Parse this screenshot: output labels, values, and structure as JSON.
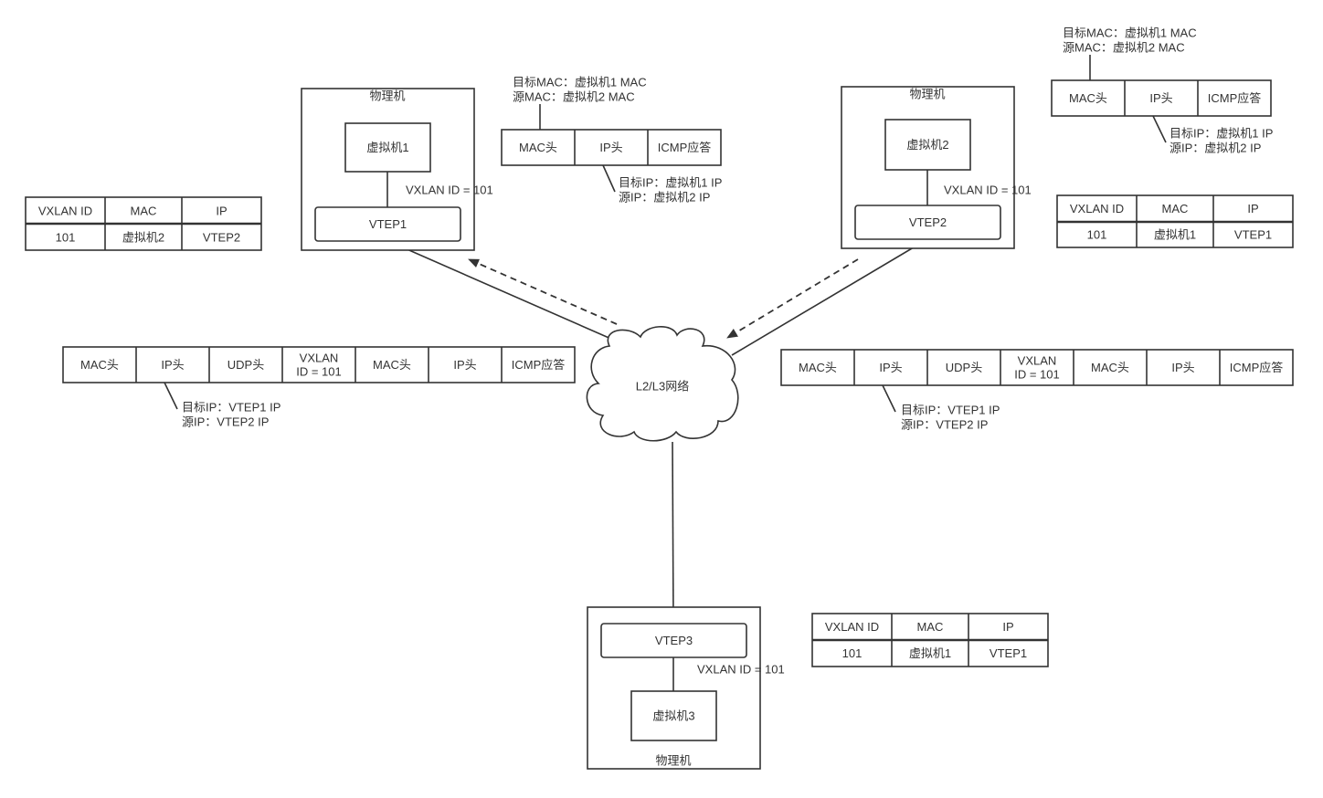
{
  "hosts": [
    {
      "label": "物理机",
      "vm": "虚拟机1",
      "vtep": "VTEP1",
      "vxlan": "VXLAN ID = 101"
    },
    {
      "label": "物理机",
      "vm": "虚拟机2",
      "vtep": "VTEP2",
      "vxlan": "VXLAN ID = 101"
    },
    {
      "label": "物理机",
      "vm": "虚拟机3",
      "vtep": "VTEP3",
      "vxlan": "VXLAN ID = 101"
    }
  ],
  "network": {
    "label": "L2/L3网络"
  },
  "tables": [
    {
      "headers": [
        "VXLAN ID",
        "MAC",
        "IP"
      ],
      "row": [
        "101",
        "虚拟机2",
        "VTEP2"
      ]
    },
    {
      "headers": [
        "VXLAN ID",
        "MAC",
        "IP"
      ],
      "row": [
        "101",
        "虚拟机1",
        "VTEP1"
      ]
    },
    {
      "headers": [
        "VXLAN ID",
        "MAC",
        "IP"
      ],
      "row": [
        "101",
        "虚拟机1",
        "VTEP1"
      ]
    }
  ],
  "inner_packets": [
    {
      "fields": [
        "MAC头",
        "IP头",
        "ICMP应答"
      ],
      "mac_note": [
        "目标MAC：虚拟机1 MAC",
        "源MAC：虚拟机2 MAC"
      ],
      "ip_note": [
        "目标IP：虚拟机1 IP",
        "源IP：虚拟机2 IP"
      ]
    },
    {
      "fields": [
        "MAC头",
        "IP头",
        "ICMP应答"
      ],
      "mac_note": [
        "目标MAC：虚拟机1 MAC",
        "源MAC：虚拟机2 MAC"
      ],
      "ip_note": [
        "目标IP：虚拟机1 IP",
        "源IP：虚拟机2 IP"
      ]
    }
  ],
  "outer_packets": [
    {
      "fields": [
        "MAC头",
        "IP头",
        "UDP头",
        [
          "VXLAN",
          "ID = 101"
        ],
        "MAC头",
        "IP头",
        "ICMP应答"
      ],
      "ip_note": [
        "目标IP：VTEP1 IP",
        "源IP：VTEP2 IP"
      ]
    },
    {
      "fields": [
        "MAC头",
        "IP头",
        "UDP头",
        [
          "VXLAN",
          "ID = 101"
        ],
        "MAC头",
        "IP头",
        "ICMP应答"
      ],
      "ip_note": [
        "目标IP：VTEP1 IP",
        "源IP：VTEP2 IP"
      ]
    }
  ]
}
